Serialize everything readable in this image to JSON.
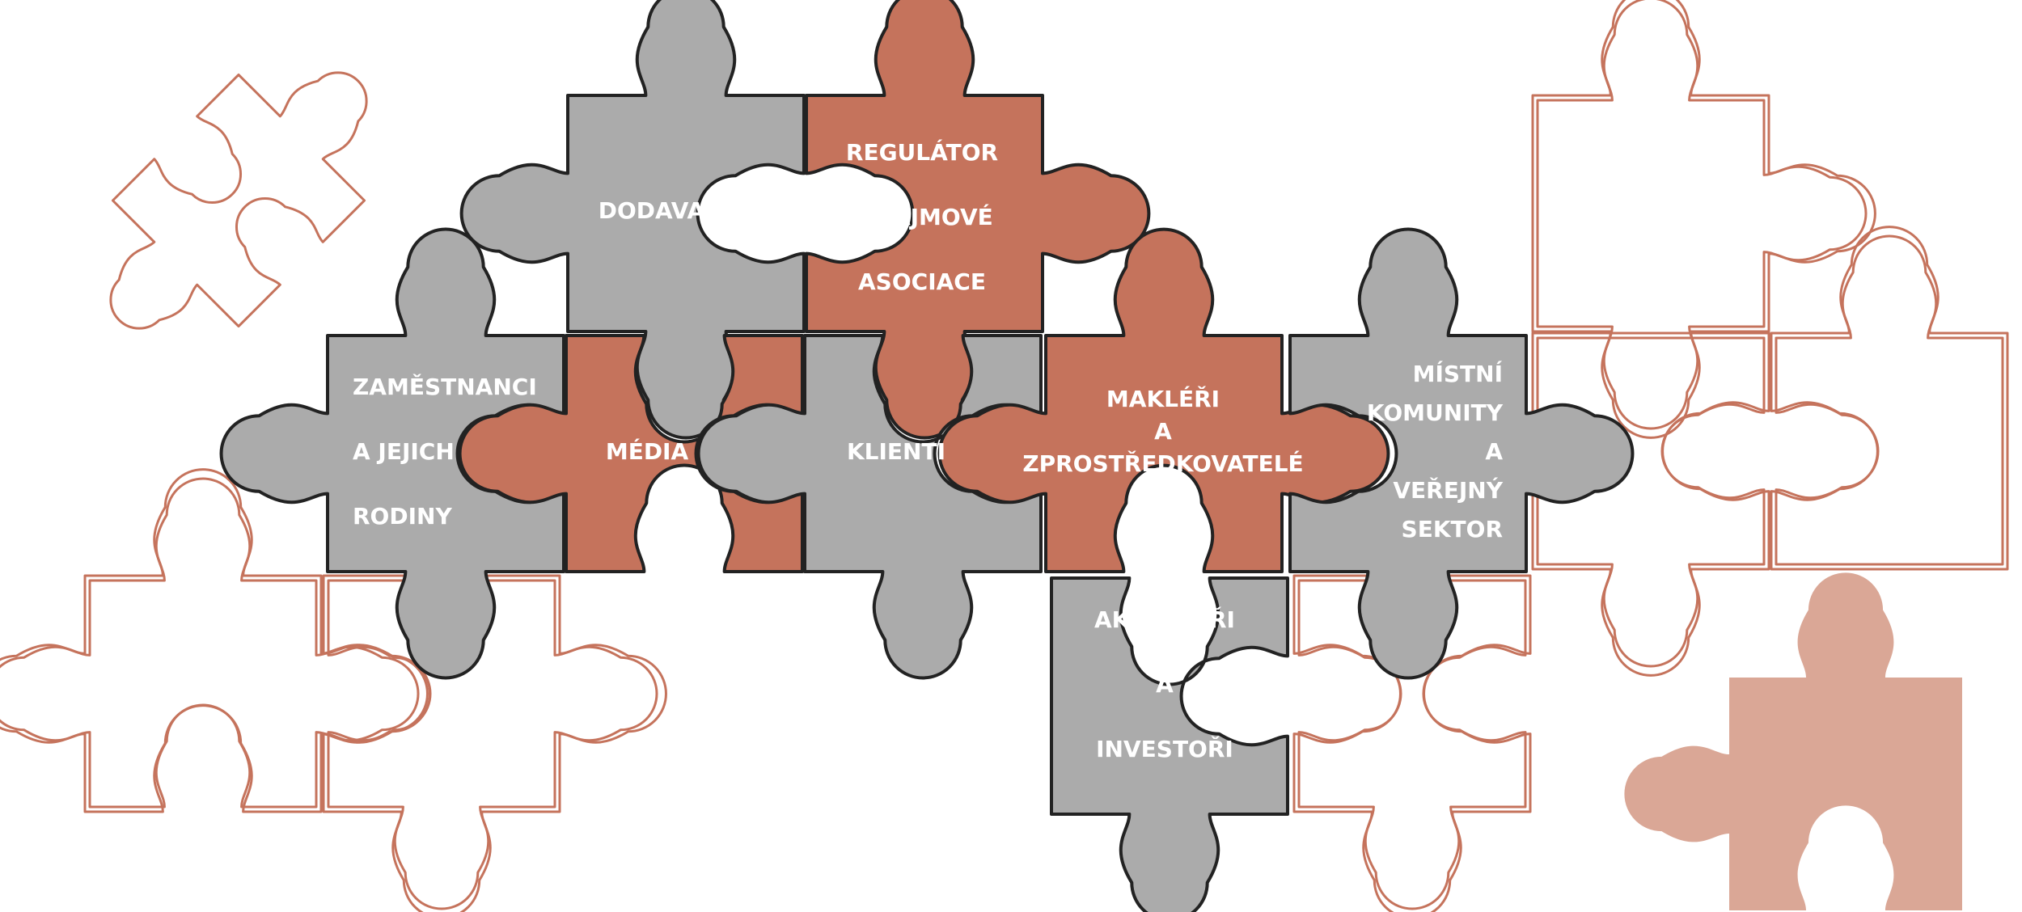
{
  "colors": {
    "gray": "#ababab",
    "terracotta": "#c5735c",
    "light_terracotta": "#daa796",
    "outline": "#c5735c",
    "stroke": "#222222",
    "text": "#ffffff",
    "background": "#ffffff"
  },
  "pieces": {
    "dodavatele": {
      "lines": [
        "DODAVATELÉ"
      ]
    },
    "regulator": {
      "lines": [
        "REGULÁTOR",
        "A ZÁJMOVÉ",
        "ASOCIACE"
      ]
    },
    "zamestnanci": {
      "lines": [
        "ZAMĚSTNANCI",
        "A JEJICH",
        "RODINY"
      ]
    },
    "media": {
      "lines": [
        "MÉDIA"
      ]
    },
    "klienti": {
      "lines": [
        "KLIENTI"
      ]
    },
    "makleri": {
      "lines": [
        "MAKLÉŘI",
        "A",
        "ZPROSTŘEDKOVATELÉ"
      ]
    },
    "mistni": {
      "lines": [
        "MÍSTNÍ",
        "KOMUNITY",
        "A",
        "VEŘEJNÝ",
        "SEKTOR"
      ]
    },
    "akcionari": {
      "lines": [
        "AKCIONÁŘI",
        "A",
        "INVESTOŘI"
      ]
    }
  }
}
